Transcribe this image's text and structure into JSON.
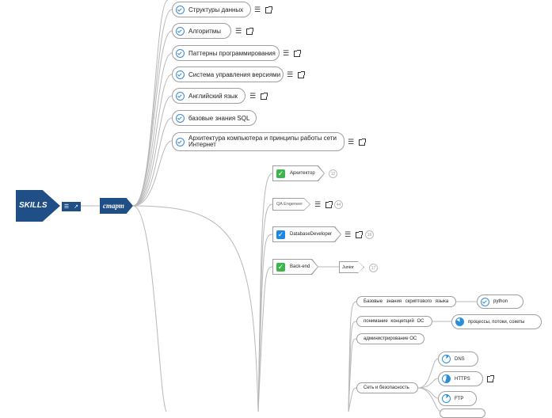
{
  "root": {
    "label": "SKILLS"
  },
  "start": {
    "label": "старт"
  },
  "top_branches": [
    {
      "label": "Структуры данных"
    },
    {
      "label": "Алгоритмы"
    },
    {
      "label": "Паттерны программирования"
    },
    {
      "label": "Система управления версиями"
    },
    {
      "label": "Английский язык"
    },
    {
      "label": "базовые знания SQL"
    },
    {
      "label": "Архитектура компьютера и принципы работы сети Интернет"
    }
  ],
  "roles": [
    {
      "label": "Архитектор",
      "count": "12"
    },
    {
      "label": "QA Engeneer",
      "count": "44"
    },
    {
      "label": "DatabaseDeveloper",
      "count": "16"
    },
    {
      "label": "Back-end",
      "count": "17"
    }
  ],
  "junior": {
    "label": "Junior"
  },
  "skills": [
    {
      "label": "Базовые знания скриптового языка"
    },
    {
      "label": "понимание концепций ОС"
    },
    {
      "label": "администрирование ОС"
    },
    {
      "label": "Сеть и безопасность"
    }
  ],
  "details": [
    {
      "label": "python"
    },
    {
      "label": "процессы, потоки, сокеты"
    }
  ],
  "network": [
    {
      "label": "DNS"
    },
    {
      "label": "HTTPS"
    },
    {
      "label": "FTP"
    }
  ],
  "colors": {
    "primary": "#1f4f86",
    "check": "#3b8bd1",
    "green": "#3cb54a",
    "line": "#b0b0b0"
  }
}
